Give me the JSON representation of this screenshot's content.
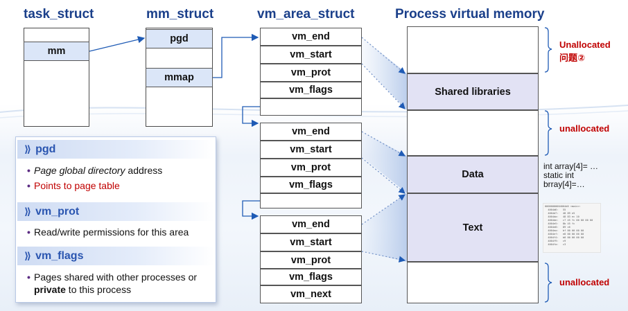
{
  "headings": {
    "task_struct": "task_struct",
    "mm_struct": "mm_struct",
    "vm_area_struct": "vm_area_struct",
    "process_memory": "Process virtual memory"
  },
  "task_struct": {
    "field": "mm"
  },
  "mm_struct": {
    "pgd": "pgd",
    "mmap": "mmap"
  },
  "vm_areas": [
    {
      "fields": [
        "vm_end",
        "vm_start",
        "vm_prot",
        "vm_flags"
      ]
    },
    {
      "fields": [
        "vm_end",
        "vm_start",
        "vm_prot",
        "vm_flags"
      ]
    },
    {
      "fields": [
        "vm_end",
        "vm_start",
        "vm_prot",
        "vm_flags",
        "vm_next"
      ]
    }
  ],
  "memory": {
    "shared_libraries": "Shared libraries",
    "data": "Data",
    "text": "Text"
  },
  "annotations": {
    "unallocated_top": "Unallocated",
    "question": "问题②",
    "unallocated_mid": "unallocated",
    "unallocated_bottom": "unallocated",
    "data_code": "int array[4]= …\nstatic int\nbrray[4]=…"
  },
  "mini_code": "00000000004004d6 <main>:\n  4004d6:   55\n  4004d7:   48 89 e5\n  4004da:   48 83 ec 10\n  4004de:   c7 45 fc 00 00 00 00\n  4004e5:   8b 45 fc\n  4004e8:   89 c6\n  4004ea:   bf 00 00 00 00\n  4004ef:   e8 00 00 00 00\n  4004f4:   b8 00 00 00 00\n  4004f9:   c9\n  4004fa:   c3",
  "panel": {
    "sections": [
      {
        "title": "pgd",
        "items": [
          {
            "italic": "Page global directory",
            "rest": " address"
          },
          {
            "text": "Points to page table",
            "red": true
          }
        ]
      },
      {
        "title": "vm_prot",
        "items": [
          {
            "text": "Read/write permissions for this area"
          }
        ]
      },
      {
        "title": "vm_flags",
        "items": [
          {
            "line1": "Pages shared with other processes or",
            "bold": "private",
            "line2rest": " to this process"
          }
        ]
      }
    ]
  },
  "colors": {
    "heading": "#1a3f8a",
    "field_blue": "#dbe6f8",
    "region_lavender": "#e2e2f4",
    "arrow_blue": "#1f5bb5",
    "annotation_red": "#c00000",
    "panel_title": "#2a55b0"
  }
}
